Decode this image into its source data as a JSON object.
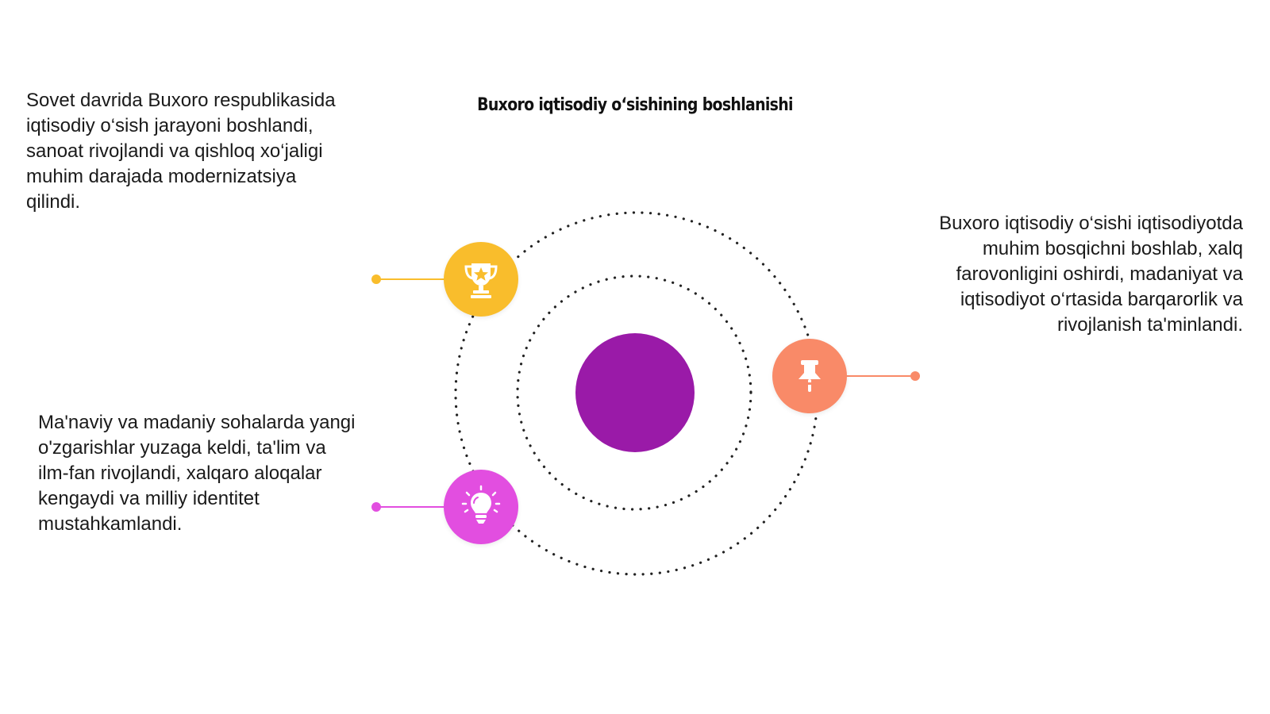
{
  "title": "Buxoro iqtisodiy o‘sishining boshlanishi",
  "colors": {
    "center": "#9a1aa8",
    "trophy": "#f9bd2c",
    "pin": "#f98a68",
    "bulb": "#e24ee0",
    "dots": "#222222"
  },
  "icons": {
    "trophy": "trophy-icon",
    "pin": "pushpin-icon",
    "bulb": "lightbulb-icon"
  },
  "texts": {
    "top_left": "Sovet davrida Buxoro respublikasida iqtisodiy o‘sish jarayoni boshlandi, sanoat rivojlandi va qishloq xo‘jaligi muhim darajada modernizatsiya qilindi.",
    "bottom_left": "Ma'naviy va madaniy sohalarda yangi o'zgarishlar yuzaga keldi, ta'lim va ilm-fan rivojlandi, xalqaro aloqalar kengaydi va milliy identitet mustahkamlandi.",
    "right": "Buxoro iqtisodiy o‘sishi iqtisodiyotda muhim bosqichni boshlab, xalq farovonligini oshirdi, madaniyat va iqtisodiyot o‘rtasida barqarorlik va rivojlanish ta'minlandi."
  }
}
